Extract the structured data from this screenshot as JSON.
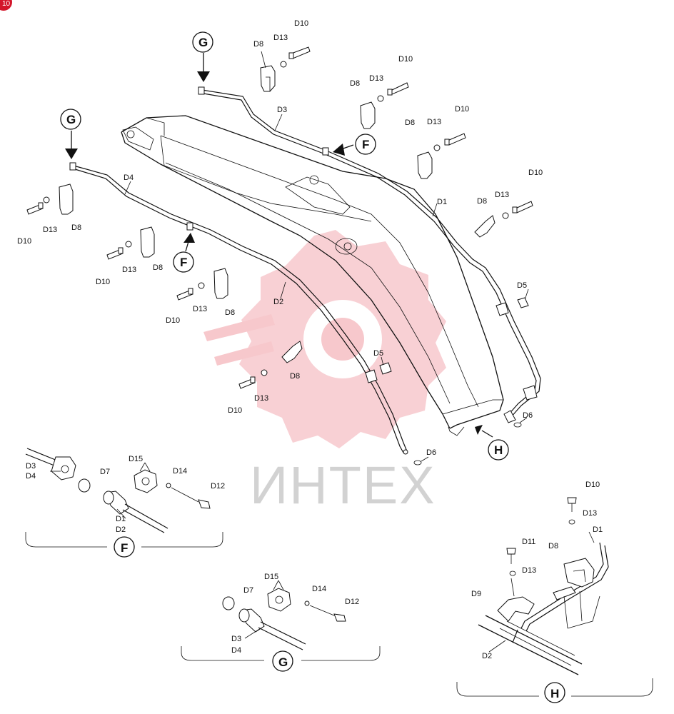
{
  "badge": "10",
  "watermark": "ИНТЕХ",
  "callouts": {
    "g": "G",
    "f": "F",
    "h": "H"
  },
  "labels": {
    "d1": "D1",
    "d2": "D2",
    "d3": "D3",
    "d4": "D4",
    "d5": "D5",
    "d6": "D6",
    "d7": "D7",
    "d8": "D8",
    "d9": "D9",
    "d10": "D10",
    "d11": "D11",
    "d12": "D12",
    "d13": "D13",
    "d14": "D14",
    "d15": "D15"
  },
  "colors": {
    "watermark_gear": "#f7c8cc",
    "badge": "#d3162b",
    "ink": "#111111"
  }
}
